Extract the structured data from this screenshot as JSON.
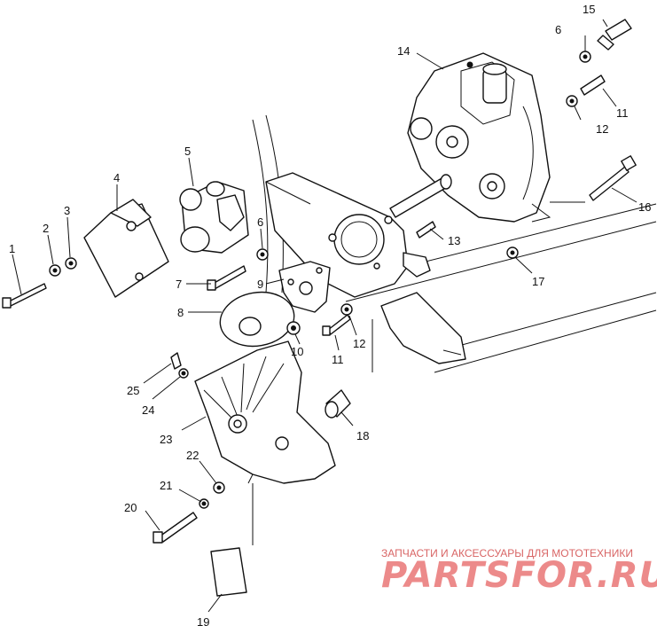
{
  "callouts": {
    "c1": "1",
    "c2": "2",
    "c3": "3",
    "c4": "4",
    "c5": "5",
    "c6a": "6",
    "c6b": "6",
    "c7": "7",
    "c8": "8",
    "c9": "9",
    "c10": "10",
    "c11a": "11",
    "c11b": "11",
    "c12a": "12",
    "c12b": "12",
    "c13": "13",
    "c14": "14",
    "c15": "15",
    "c16": "16",
    "c17": "17",
    "c18": "18",
    "c19": "19",
    "c20": "20",
    "c21": "21",
    "c22": "22",
    "c23": "23",
    "c24": "24",
    "c25": "25"
  },
  "watermark": {
    "subtitle": "ЗАПЧАСТИ И АКСЕССУАРЫ ДЛЯ МОТОТЕХНИКИ",
    "brand": "PARTSFOR.RU"
  }
}
